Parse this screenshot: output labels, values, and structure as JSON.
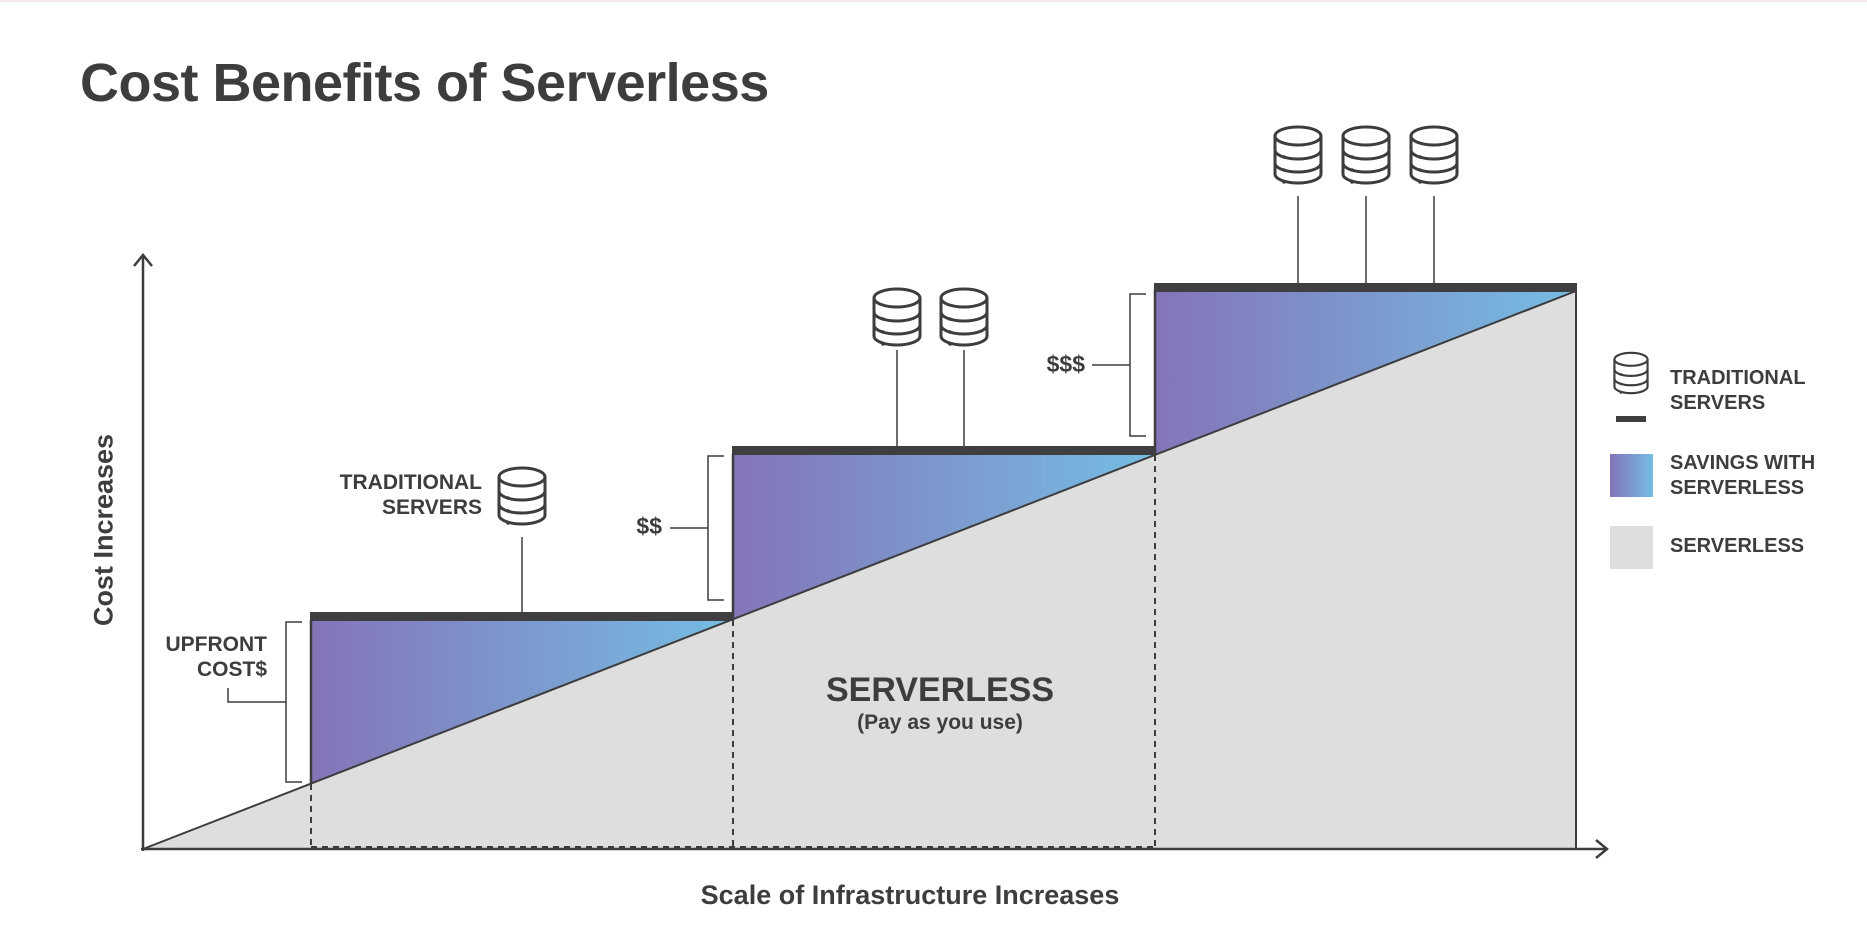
{
  "title": "Cost Benefits of Serverless",
  "axes": {
    "y_label": "Cost Increases",
    "x_label": "Scale of Infrastructure Increases"
  },
  "annotations": {
    "upfront_line1": "UPFRONT",
    "upfront_line2": "COST$",
    "traditional_line1": "TRADITIONAL",
    "traditional_line2": "SERVERS",
    "cost_step2": "$$",
    "cost_step3": "$$$",
    "serverless_main": "SERVERLESS",
    "serverless_sub": "(Pay as you use)"
  },
  "steps": [
    {
      "server_count": 1,
      "cost_label": "UPFRONT COST$"
    },
    {
      "server_count": 2,
      "cost_label": "$$"
    },
    {
      "server_count": 3,
      "cost_label": "$$$"
    }
  ],
  "legend": [
    {
      "line1": "TRADITIONAL",
      "line2": "SERVERS",
      "icon": "database-icon"
    },
    {
      "line1": "SAVINGS WITH",
      "line2": "SERVERLESS",
      "icon": "gradient-swatch"
    },
    {
      "line1": "SERVERLESS",
      "line2": "",
      "icon": "gray-swatch"
    }
  ],
  "colors": {
    "text": "#3d3d3f",
    "serverless_fill": "#dedede",
    "savings_gradient_start": "#8474b8",
    "savings_gradient_end": "#75bde3",
    "traditional_bar": "#3f3f42"
  }
}
